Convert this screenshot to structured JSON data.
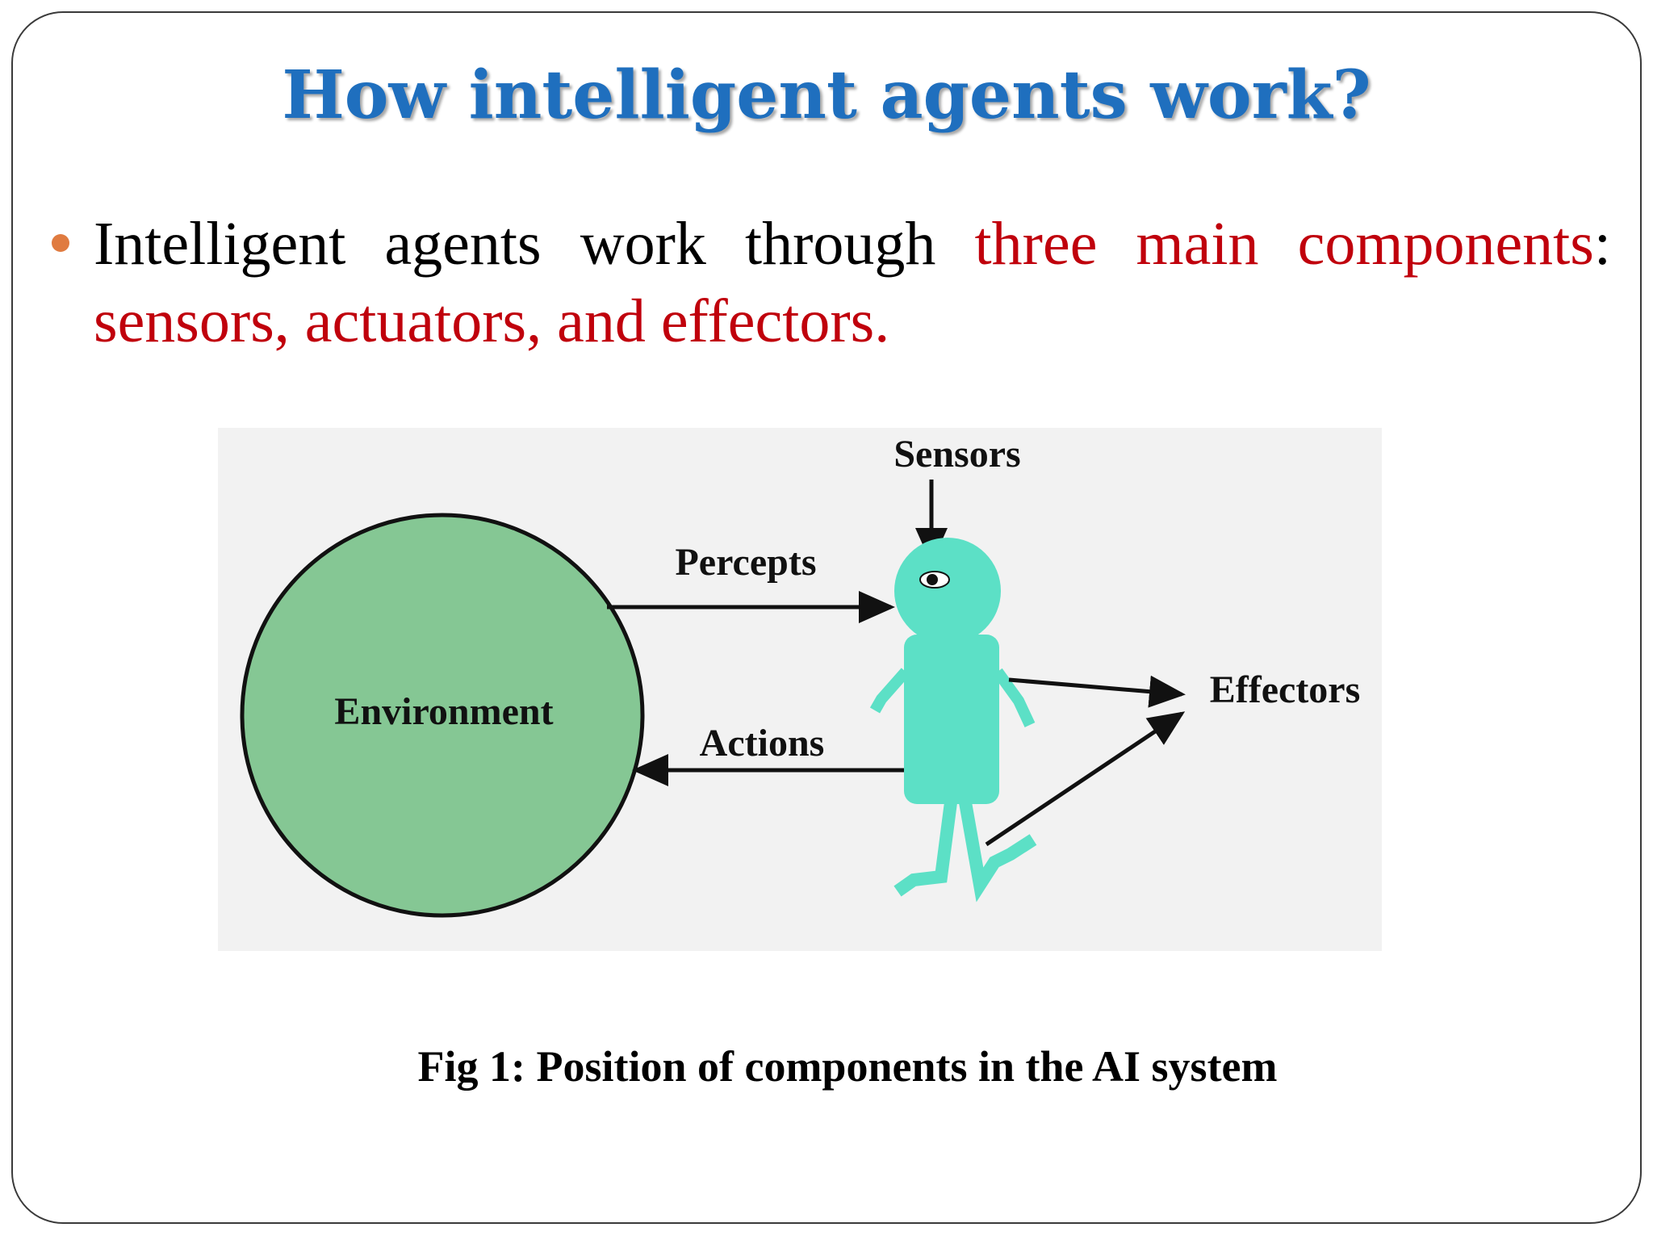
{
  "title": "How intelligent agents work?",
  "bullet": {
    "text_plain": "Intelligent agents work through ",
    "text_highlight": "three main components",
    "text_colon": ":",
    "text_highlight_2": "sensors, actuators, and effectors."
  },
  "diagram": {
    "environment_label": "Environment",
    "percepts_label": "Percepts",
    "actions_label": "Actions",
    "sensors_label": "Sensors",
    "effectors_label": "Effectors"
  },
  "caption": "Fig 1: Position of components in the AI system",
  "colors": {
    "title": "#1f6fbe",
    "highlight": "#c0000c",
    "bullet": "#e07b40",
    "environment_fill": "#85c794",
    "agent_fill": "#5ce0c6"
  }
}
